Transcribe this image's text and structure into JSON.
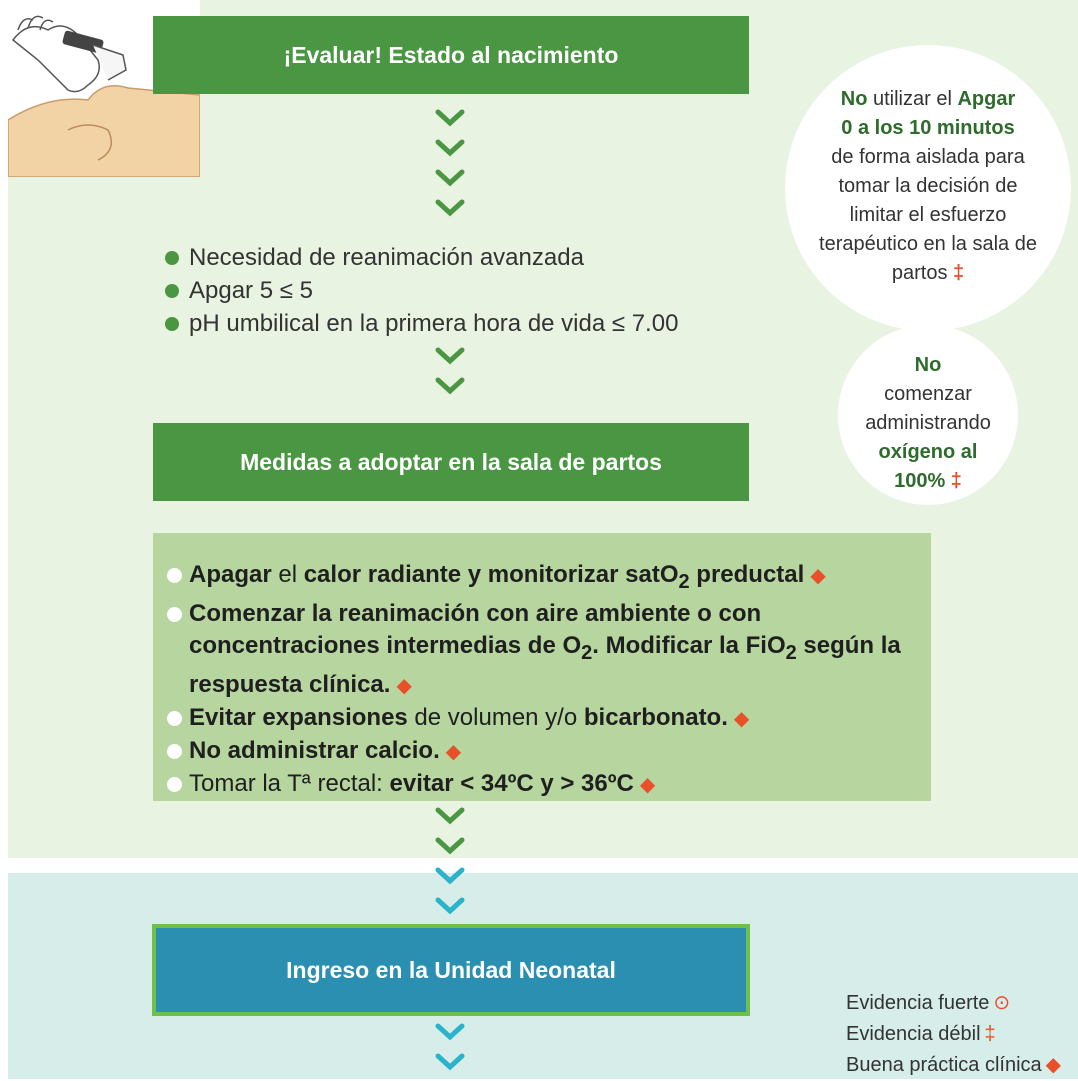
{
  "flow": {
    "step1": "¡Evaluar! Estado al nacimiento",
    "criteria": [
      "Necesidad de reanimación avanzada",
      "Apgar 5 ≤ 5",
      "pH umbilical en la primera hora de vida ≤ 7.00"
    ],
    "step2": "Medidas a adoptar en la sala de partos",
    "measures": {
      "m1": {
        "b1": "Apagar",
        "t1": " el ",
        "b2": "calor radiante y monitorizar sat",
        "sub": "2",
        "b3": " preductal",
        "pre": "O"
      },
      "m2": {
        "b1": "Comenzar la reanimación con aire ambiente o con concentraciones intermedias de O",
        "sub1": "2",
        "b2": ". Modificar la FiO",
        "sub2": "2",
        "b3": " según la respuesta clínica."
      },
      "m3": {
        "b1": "Evitar expansiones",
        "t1": " de volumen y/o ",
        "b2": "bicarbonato."
      },
      "m4": {
        "b1": "No administrar calcio."
      },
      "m5": {
        "t1": "Tomar la Tª rectal: ",
        "b1": "evitar < 34ºC y > 36ºC"
      }
    },
    "step3": "Ingreso en la Unidad Neonatal"
  },
  "note1": {
    "b1": "No",
    "t1": " utilizar el ",
    "b2": "Apgar",
    "b3": "0 a los 10 minutos",
    "t2": "de forma aislada para tomar la decisión de limitar el esfuerzo terapéutico en la sala de partos",
    "sym": "‡"
  },
  "note2": {
    "b1": "No",
    "t1": "comenzar administrando",
    "b2": "oxígeno al 100%",
    "sym": "‡"
  },
  "legend": [
    {
      "label": "Evidencia fuerte",
      "sym": "⊙"
    },
    {
      "label": "Evidencia débil",
      "sym": "‡"
    },
    {
      "label": "Buena práctica clínica",
      "sym": "◆"
    }
  ],
  "symbols": {
    "diamond": "◆"
  },
  "colors": {
    "green": "#4a9643",
    "light_green": "#b6d59f",
    "blue": "#2a8fb0",
    "cyan_chevron": "#2bb3c9",
    "accent": "#e8502a"
  }
}
